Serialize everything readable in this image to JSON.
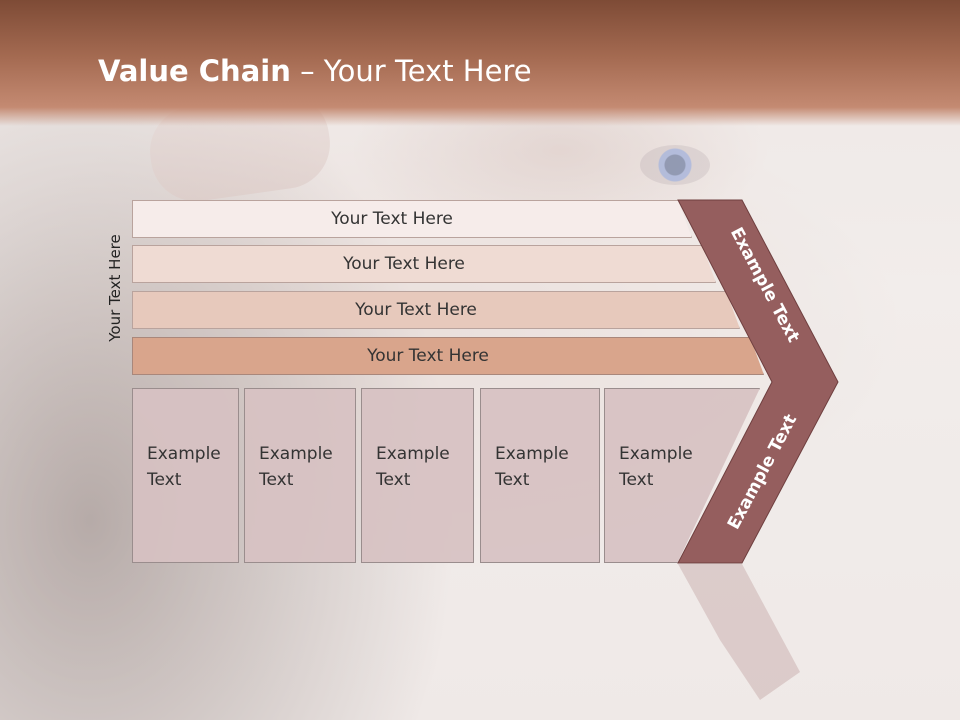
{
  "slide": {
    "title_bold": "Value Chain",
    "title_rest": " – Your Text Here",
    "side_label": "Your Text Here",
    "bars": [
      {
        "label": "Your Text Here",
        "color": "#f6ecea"
      },
      {
        "label": "Your Text Here",
        "color": "#efdbd3"
      },
      {
        "label": "Your Text Here",
        "color": "#e7c9bc"
      },
      {
        "label": "Your Text Here",
        "color": "#d9a58c"
      }
    ],
    "boxes": [
      {
        "line1": "Example",
        "line2": "Text"
      },
      {
        "line1": "Example",
        "line2": "Text"
      },
      {
        "line1": "Example",
        "line2": "Text"
      },
      {
        "line1": "Example",
        "line2": "Text"
      },
      {
        "line1": "Example",
        "line2": "Text"
      }
    ],
    "chevron_upper": "Example Text",
    "chevron_lower": "Example Text",
    "colors": {
      "title_bar": "#a46a51",
      "chevron": "#955e5e",
      "box_fill": "#d7c1c2"
    }
  }
}
